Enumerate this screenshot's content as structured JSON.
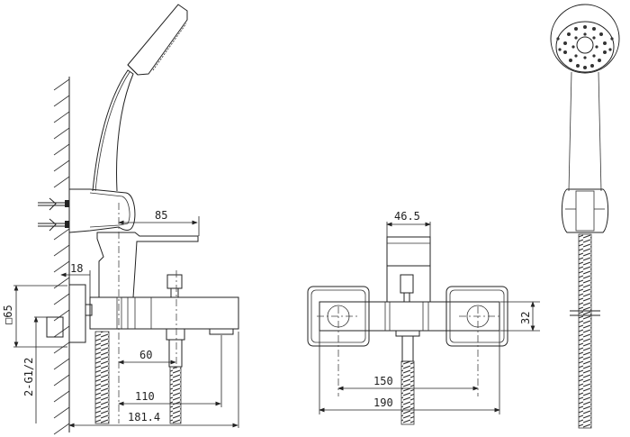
{
  "drawing": {
    "title": "Bath mixer with hand shower - technical drawing",
    "views": [
      "side",
      "front",
      "hand-shower"
    ]
  },
  "side_view": {
    "dimensions": {
      "lever_reach": "85",
      "wall_to_body": "18",
      "flange_size": "□65",
      "connection": "2-G1/2",
      "spout_to_diverter": "60",
      "spout_to_center": "110",
      "total_depth": "181.4"
    }
  },
  "front_view": {
    "dimensions": {
      "diverter_width": "46.5",
      "body_height": "32",
      "center_distance": "150",
      "total_width": "190"
    }
  },
  "hand_shower_view": {
    "label": ""
  }
}
